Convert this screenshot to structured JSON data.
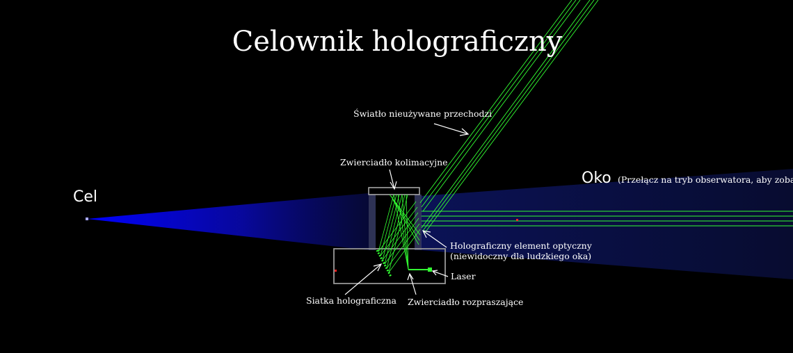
{
  "title": "Celownik holograficzny",
  "labels": {
    "target": "Cel",
    "eye": "Oko",
    "eye_note": "(Przełącz na tryb obserwatora, aby zobaczyć)",
    "unused_light": "Światło nieużywane przechodzi",
    "collimating_mirror": "Zwierciadło kolimacyjne",
    "hoe_line1": "Holograficzny element optyczny",
    "hoe_line2": "(niewidoczny dla ludzkiego oka)",
    "laser": "Laser",
    "grating": "Siatka holograficzna",
    "scatter_mirror": "Zwierciadło rozpraszające"
  },
  "colors": {
    "background": "#000000",
    "laser_green": "#33ff33",
    "target_beam": "#0000ff",
    "eye_beam": "#0a1040",
    "housing": "#b0b0b0",
    "marker_red": "#ff2222"
  }
}
